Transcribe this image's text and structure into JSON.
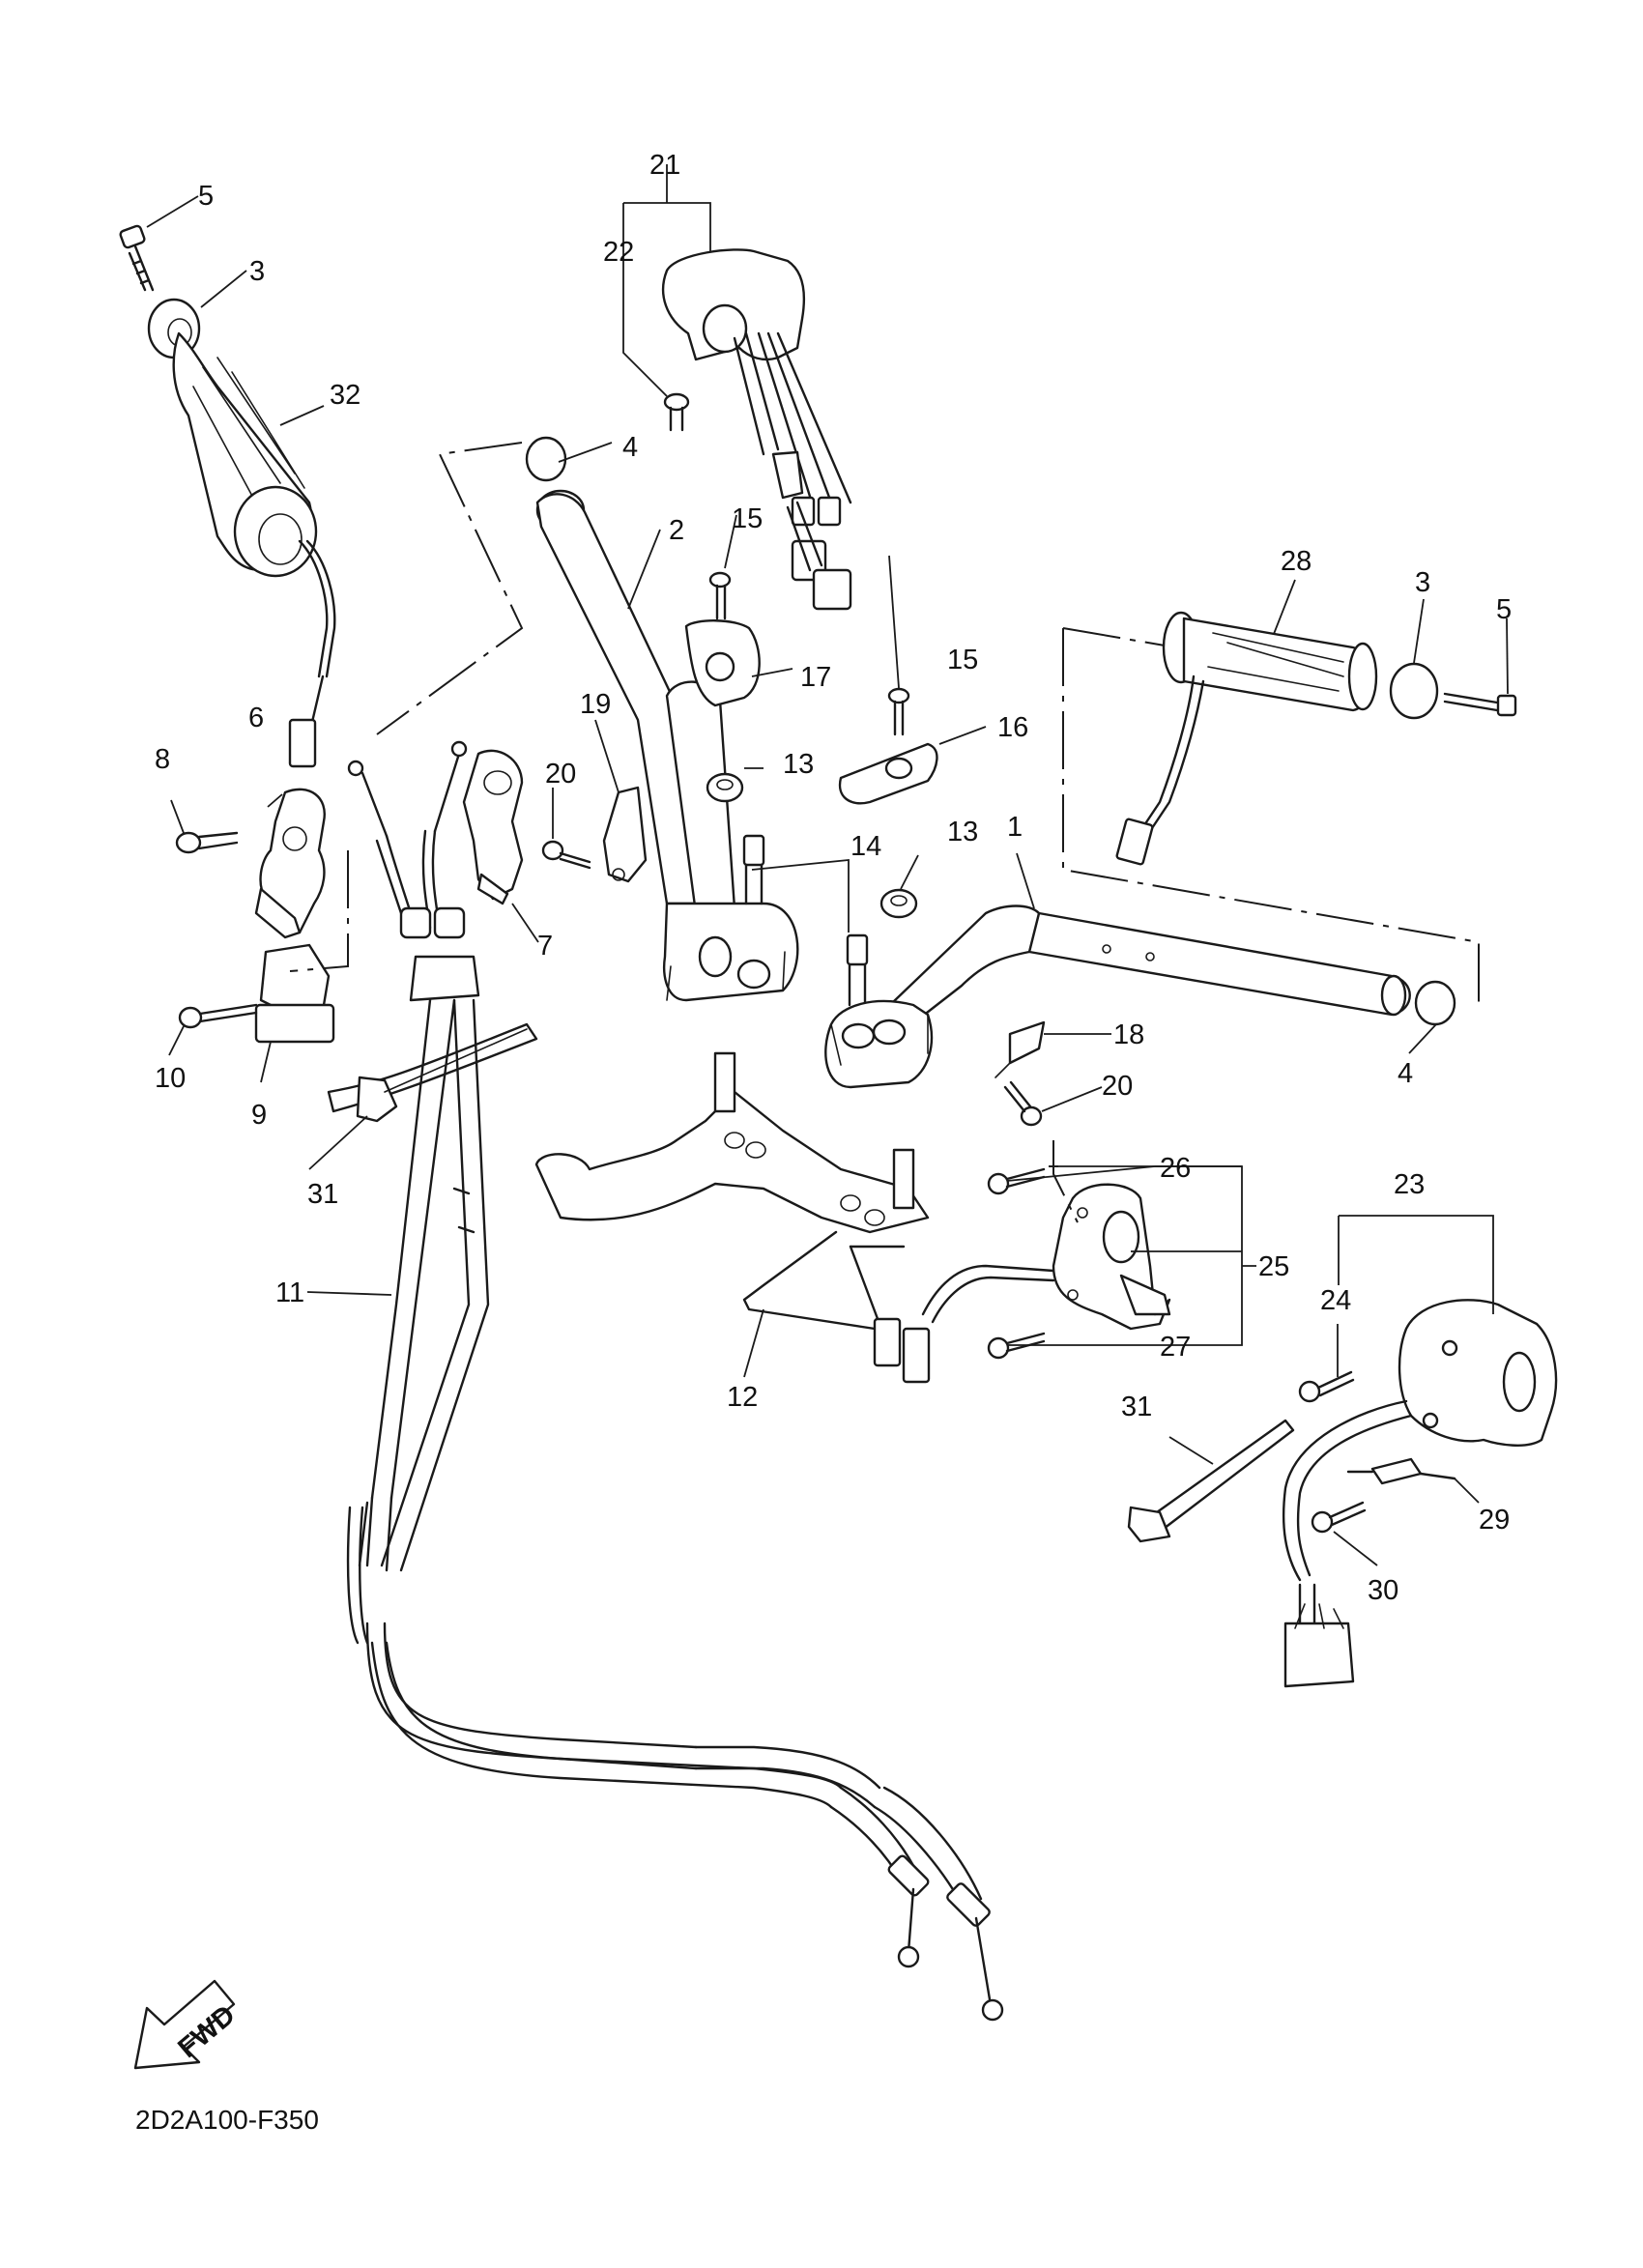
{
  "callouts": [
    {
      "id": "1",
      "text": "1"
    },
    {
      "id": "2",
      "text": "2"
    },
    {
      "id": "3a",
      "text": "3"
    },
    {
      "id": "3b",
      "text": "3"
    },
    {
      "id": "4a",
      "text": "4"
    },
    {
      "id": "4b",
      "text": "4"
    },
    {
      "id": "5a",
      "text": "5"
    },
    {
      "id": "5b",
      "text": "5"
    },
    {
      "id": "6",
      "text": "6"
    },
    {
      "id": "7",
      "text": "7"
    },
    {
      "id": "8",
      "text": "8"
    },
    {
      "id": "9",
      "text": "9"
    },
    {
      "id": "10",
      "text": "10"
    },
    {
      "id": "11",
      "text": "11"
    },
    {
      "id": "12",
      "text": "12"
    },
    {
      "id": "13a",
      "text": "13"
    },
    {
      "id": "13b",
      "text": "13"
    },
    {
      "id": "14",
      "text": "14"
    },
    {
      "id": "15a",
      "text": "15"
    },
    {
      "id": "15b",
      "text": "15"
    },
    {
      "id": "16",
      "text": "16"
    },
    {
      "id": "17",
      "text": "17"
    },
    {
      "id": "18",
      "text": "18"
    },
    {
      "id": "19",
      "text": "19"
    },
    {
      "id": "20a",
      "text": "20"
    },
    {
      "id": "20b",
      "text": "20"
    },
    {
      "id": "21",
      "text": "21"
    },
    {
      "id": "22",
      "text": "22"
    },
    {
      "id": "23",
      "text": "23"
    },
    {
      "id": "24",
      "text": "24"
    },
    {
      "id": "25",
      "text": "25"
    },
    {
      "id": "26",
      "text": "26"
    },
    {
      "id": "27",
      "text": "27"
    },
    {
      "id": "28",
      "text": "28"
    },
    {
      "id": "29",
      "text": "29"
    },
    {
      "id": "30",
      "text": "30"
    },
    {
      "id": "31a",
      "text": "31"
    },
    {
      "id": "31b",
      "text": "31"
    },
    {
      "id": "32",
      "text": "32"
    }
  ],
  "fwd_label": "FWD",
  "diagram_code": "2D2A100-F350"
}
